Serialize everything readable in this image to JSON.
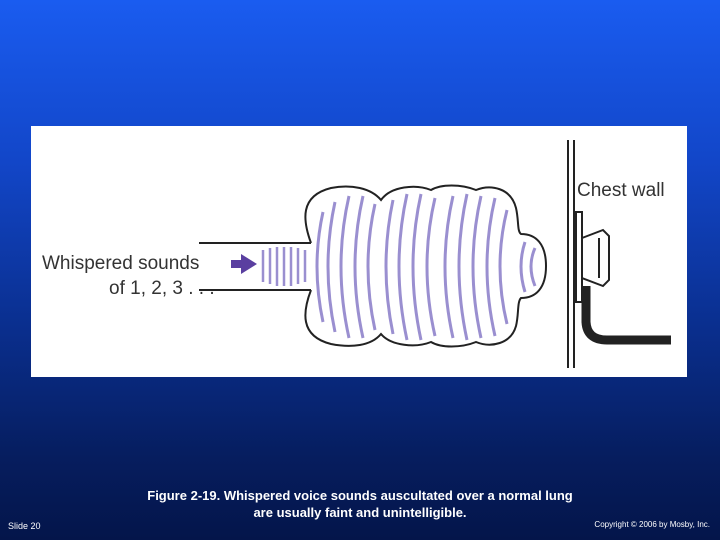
{
  "diagram": {
    "label_whispered_line1": "Whispered sounds",
    "label_whispered_line2": "of 1, 2, 3 . . .",
    "label_chest_wall": "Chest wall",
    "colors": {
      "background_top": "#1a5cf0",
      "background_bottom": "#04154a",
      "panel": "#ffffff",
      "sound_wave": "#9a8fd0",
      "arrow": "#5a3fa0",
      "outline": "#222222"
    },
    "icons": [
      "arrow-right-icon",
      "stethoscope-icon"
    ]
  },
  "caption": {
    "line1": "Figure 2-19. Whispered voice sounds auscultated over a normal lung",
    "line2": "are usually faint and unintelligible."
  },
  "footer": {
    "slide_number": "Slide 20",
    "copyright": "Copyright © 2006 by Mosby, Inc."
  }
}
